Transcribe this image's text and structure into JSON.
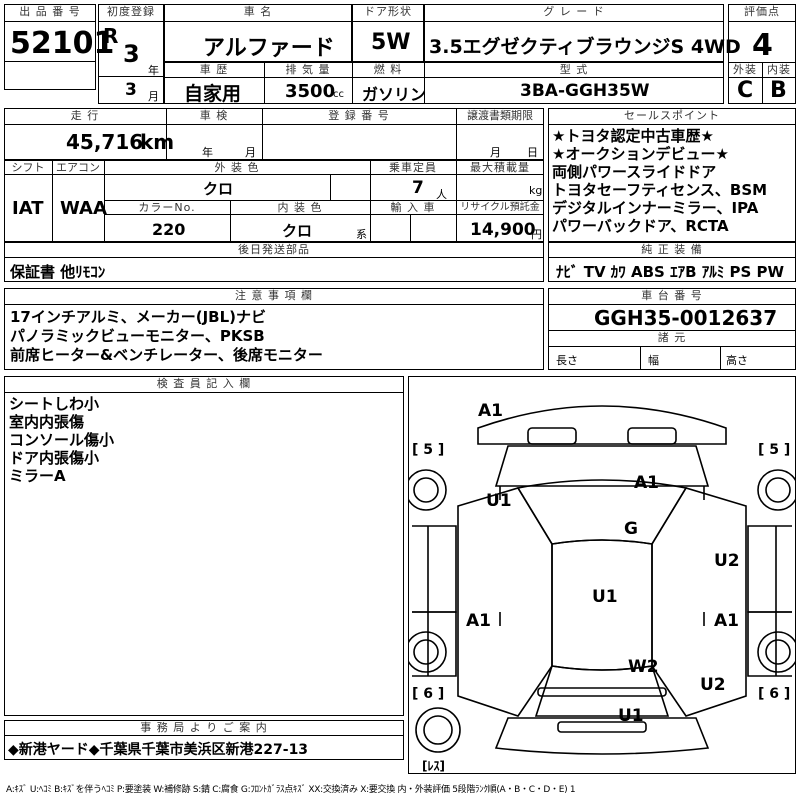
{
  "labels": {
    "lot_no": "出 品 番 号",
    "first_reg": "初度登録",
    "car_name": "車 名",
    "door": "ドア形状",
    "grade": "グ レ ー ド",
    "score": "評価点",
    "year": "年",
    "month": "月",
    "history": "車 歴",
    "displacement": "排 気 量",
    "fuel": "燃 料",
    "model": "型 式",
    "exterior": "外装",
    "interior": "内装",
    "mileage": "走 行",
    "inspection": "車 検",
    "reg_no": "登 録 番 号",
    "transfer_doc": "譲渡書類期限",
    "sales_points": "セールスポイント",
    "shift": "シフト",
    "aircon": "エアコン",
    "ext_color": "外 装 色",
    "capacity": "乗車定員",
    "max_load": "最大積載量",
    "color_no": "カラーNo.",
    "int_color": "内 装 色",
    "import": "輸 入 車",
    "recycle": "リサイクル預託金",
    "later_parts": "後日発送部品",
    "equipment": "純 正 装 備",
    "notes": "注 意 事 項 欄",
    "chassis": "車 台 番 号",
    "dims": "諸 元",
    "length": "長さ",
    "width": "幅",
    "height": "高さ",
    "inspector": "検 査 員 記 入 欄",
    "office": "事 務 局 よ り ご 案 内",
    "person": "人",
    "kg": "kg",
    "yen": "円",
    "cc": "cc",
    "sys": "系",
    "km": "km"
  },
  "vehicle": {
    "lot_no": "52101",
    "reg_prefix": "R",
    "reg_year": "3",
    "reg_month": "3",
    "car_name": "アルファード",
    "door": "5W",
    "grade": "3.5エグゼクティブラウンジS 4WD",
    "score": "4",
    "history": "自家用",
    "displacement": "3500",
    "fuel": "ガソリン",
    "model": "3BA-GGH35W",
    "exterior_grade": "C",
    "interior_grade": "B",
    "mileage": "45,716",
    "shift": "IAT",
    "aircon": "WAA",
    "ext_color": "クロ",
    "capacity": "7",
    "color_no": "220",
    "int_color": "クロ",
    "recycle": "14,900",
    "chassis": "GGH35-0012637"
  },
  "sales_points": [
    "★トヨタ認定中古車歴★",
    "★オークションデビュー★",
    "両側パワースライドドア",
    "トヨタセーフティセンス、BSM",
    "デジタルインナーミラー、IPA",
    "パワーバックドア、RCTA"
  ],
  "equipment": "ﾅﾋﾞ TV ｶﾜ ABS ｴｱB ｱﾙﾐ PS PW",
  "later_parts": "保証書 他ﾘﾓｺﾝ",
  "notes": [
    "17インチアルミ、メーカー(JBL)ナビ",
    "パノラミックビューモニター、PKSB",
    "前席ヒーター&ベンチレーター、後席モニター"
  ],
  "inspector_notes": [
    "シートしわ小",
    "室内内張傷",
    "コンソール傷小",
    "ドア内張傷小",
    "ミラーA"
  ],
  "office_notice": "◆新港ヤード◆千葉県千葉市美浜区新港227-13",
  "legend": "A:ｷｽﾞ U:ﾍｺﾐ B:ｷｽﾞを伴うﾍｺﾐ P:要塗装 W:補修跡 S:錆 C:腐食 G:ﾌﾛﾝﾄｶﾞﾗｽ点ｷｽﾞ XX:交換済み X:要交換 内・外装評価 5段階ﾗﾝｸ順(A・B・C・D・E) 1",
  "diagram": {
    "marks": {
      "front_bumper": "A1",
      "hood": "A1",
      "left_front_fender": "U1",
      "windshield": "G",
      "right_front_door": "U2",
      "roof": "U1",
      "left_rear_door": "A1",
      "right_rear_door": "A1",
      "rear_glass": "W2",
      "right_rear_quarter": "U2",
      "rear_bumper": "U1"
    },
    "tire_labels": {
      "front_left": "[ 5 ]",
      "front_right": "[ 5 ]",
      "rear_left": "[ 6 ]",
      "rear_right": "[ 6 ]",
      "spare": "[ﾚｽ]"
    }
  }
}
